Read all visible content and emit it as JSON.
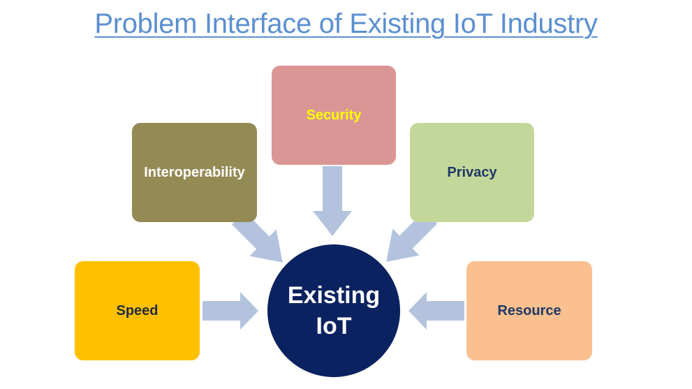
{
  "title": "Problem Interface of Existing IoT Industry",
  "center": {
    "label": "Existing\nIoT"
  },
  "nodes": [
    {
      "label": "Security"
    },
    {
      "label": "Interoperability"
    },
    {
      "label": "Privacy"
    },
    {
      "label": "Speed"
    },
    {
      "label": "Resource"
    }
  ],
  "colors": {
    "title": "#5B8FD0",
    "center_fill": "#0B2260",
    "center_text": "#FFFFFF",
    "arrow": "#B3C3DE",
    "security_fill": "#DA9694",
    "security_text": "#FFFF00",
    "interoperability_fill": "#948A54",
    "interoperability_text": "#FFFFFF",
    "privacy_fill": "#C4D79B",
    "privacy_text": "#1F3864",
    "speed_fill": "#FFC000",
    "speed_text": "#1F2A44",
    "resource_fill": "#FAC090",
    "resource_text": "#1F3864"
  }
}
